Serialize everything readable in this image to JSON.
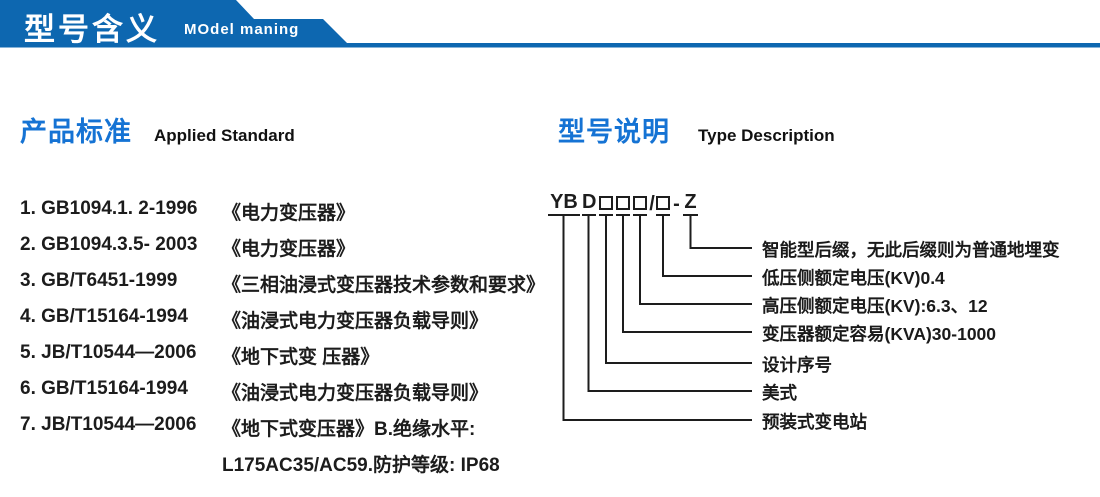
{
  "banner": {
    "title": "型号含义",
    "subtitle": "MOdel maning"
  },
  "standards": {
    "heading_zh": "产品标准",
    "heading_en": "Applied Standard",
    "items": [
      {
        "ref": "1. GB1094.1. 2-1996",
        "title": "《电力变压器》"
      },
      {
        "ref": "2. GB1094.3.5- 2003",
        "title": "《电力变压器》"
      },
      {
        "ref": "3. GB/T6451-1999",
        "title": "《三相油浸式变压器技术参数和要求》"
      },
      {
        "ref": "4. GB/T15164-1994",
        "title": "《油浸式电力变压器负载导则》"
      },
      {
        "ref": "5. JB/T10544—2006",
        "title": "《地下式变 压器》"
      },
      {
        "ref": "6. GB/T15164-1994",
        "title": "《油浸式电力变压器负载导则》"
      },
      {
        "ref": "7. JB/T10544—2006",
        "title": "《地下式变压器》B.绝缘水平:",
        "cont": "L175AC35/AC59.防护等级: IP68"
      }
    ]
  },
  "model": {
    "heading_zh": "型号说明",
    "heading_en": "Type Description",
    "code": {
      "prefix": "YB",
      "type_letter": "D",
      "slash": "/",
      "dash": "-",
      "suffix": "Z"
    },
    "labels": [
      "智能型后缀，无此后缀则为普通地埋变",
      "低压侧额定电压(KV)0.4",
      "高压侧额定电压(KV):6.3、12",
      "变压器额定容易(KVA)30-1000",
      "设计序号",
      "美式",
      "预装式变电站"
    ]
  },
  "colors": {
    "banner_blue": "#0d67b0",
    "heading_blue": "#1573d4",
    "text_dark": "#1c1c1c"
  }
}
